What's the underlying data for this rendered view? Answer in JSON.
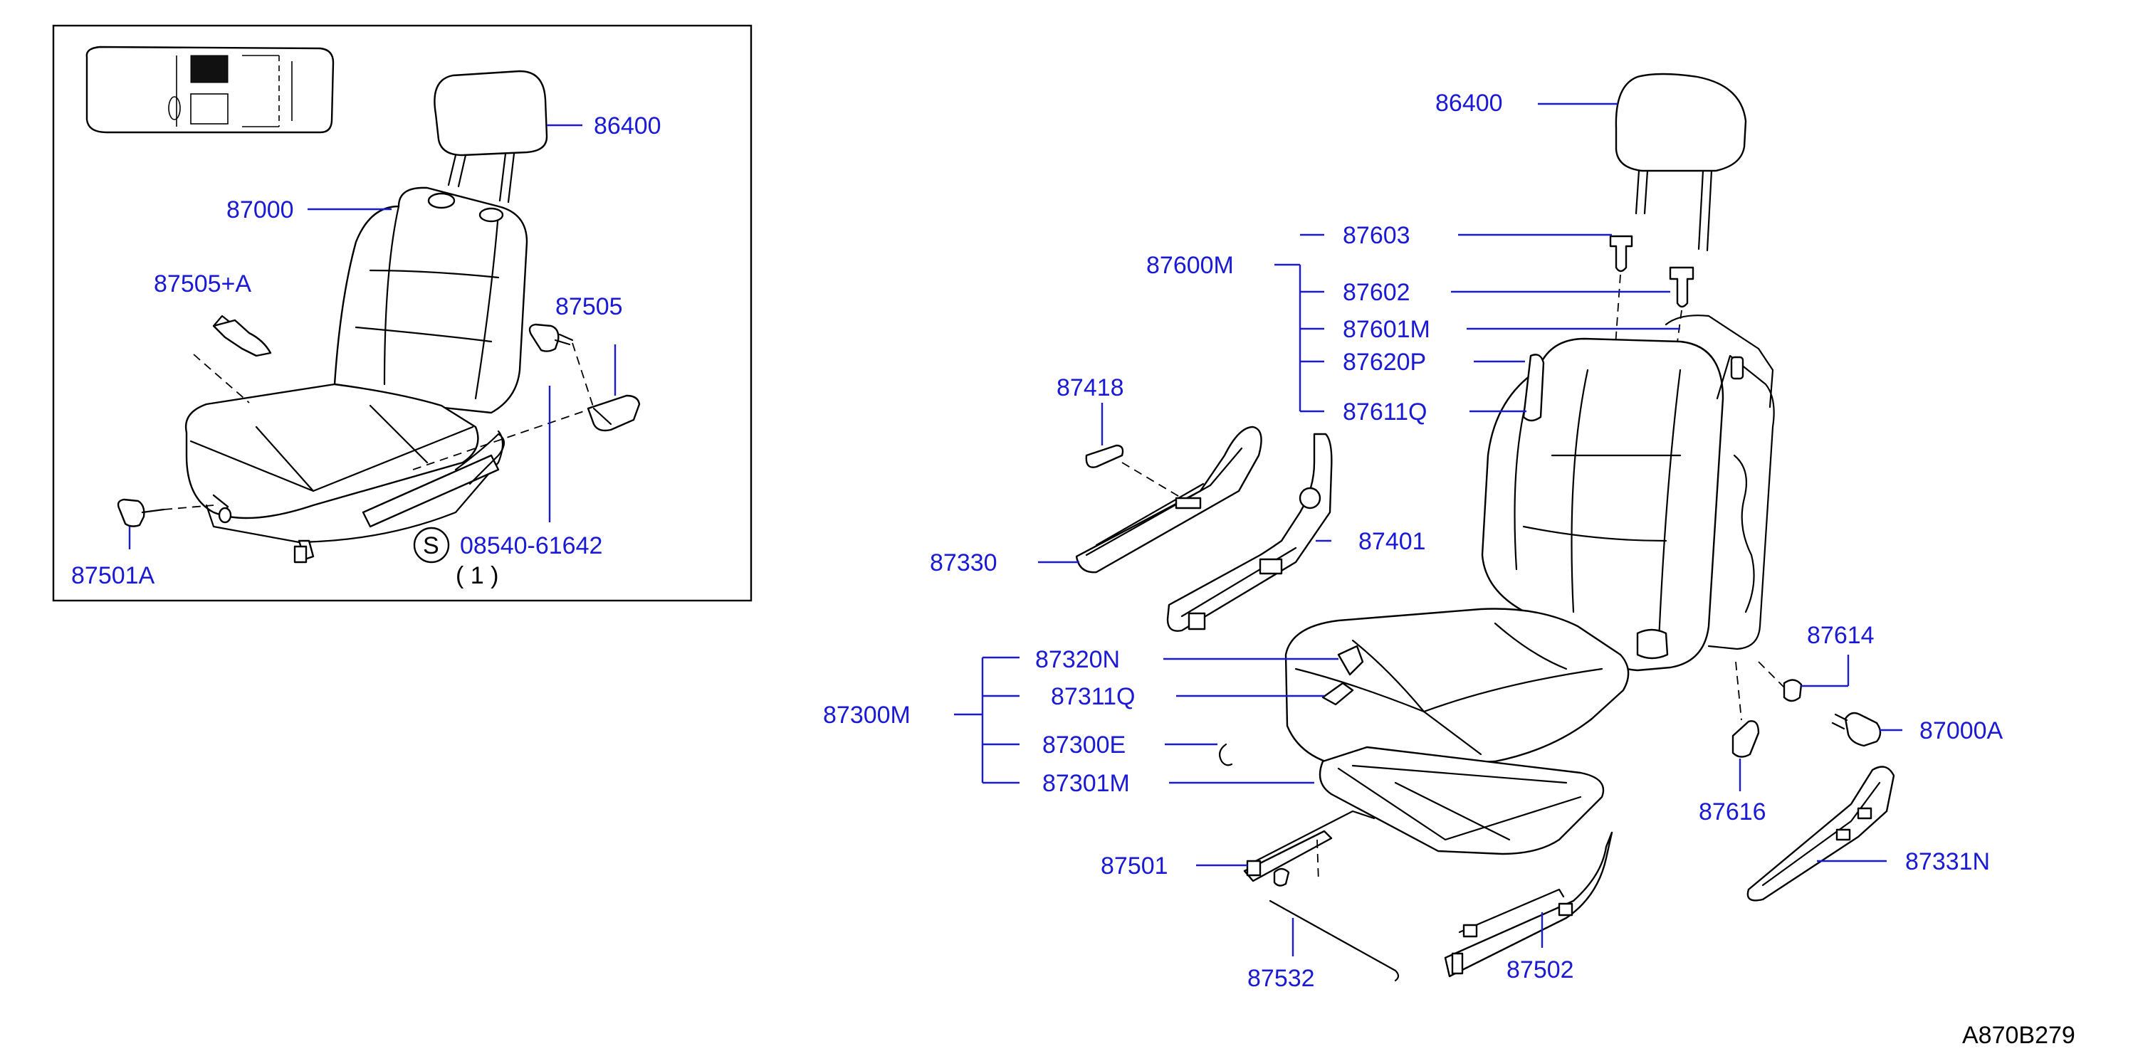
{
  "diagram_id": "A870B279",
  "inset": {
    "labels": {
      "headrest": "86400",
      "seat_assembly": "87000",
      "cover_a": "87505+A",
      "cover": "87505",
      "knob": "87501A",
      "screw_symbol": "S",
      "screw": "08540-61642",
      "screw_qty": "( 1 )"
    }
  },
  "main": {
    "labels": {
      "headrest": "86400",
      "back_group": "87600M",
      "guide_lock": "87603",
      "guide_free": "87602",
      "back_trim": "87601M",
      "back_pad": "87620P",
      "back_frame": "87611Q",
      "cover_small": "87418",
      "finisher": "87330",
      "recliner": "87401",
      "cushion_group": "87300M",
      "cushion_trim": "87320N",
      "cushion_pad": "87311Q",
      "hog_ring": "87300E",
      "cushion_frame": "87301M",
      "slide_inner": "87501",
      "bar": "87532",
      "slide_outer": "87502",
      "back_knob": "87614",
      "knob_a": "87000A",
      "cover_616": "87616",
      "finisher_n": "87331N"
    }
  }
}
